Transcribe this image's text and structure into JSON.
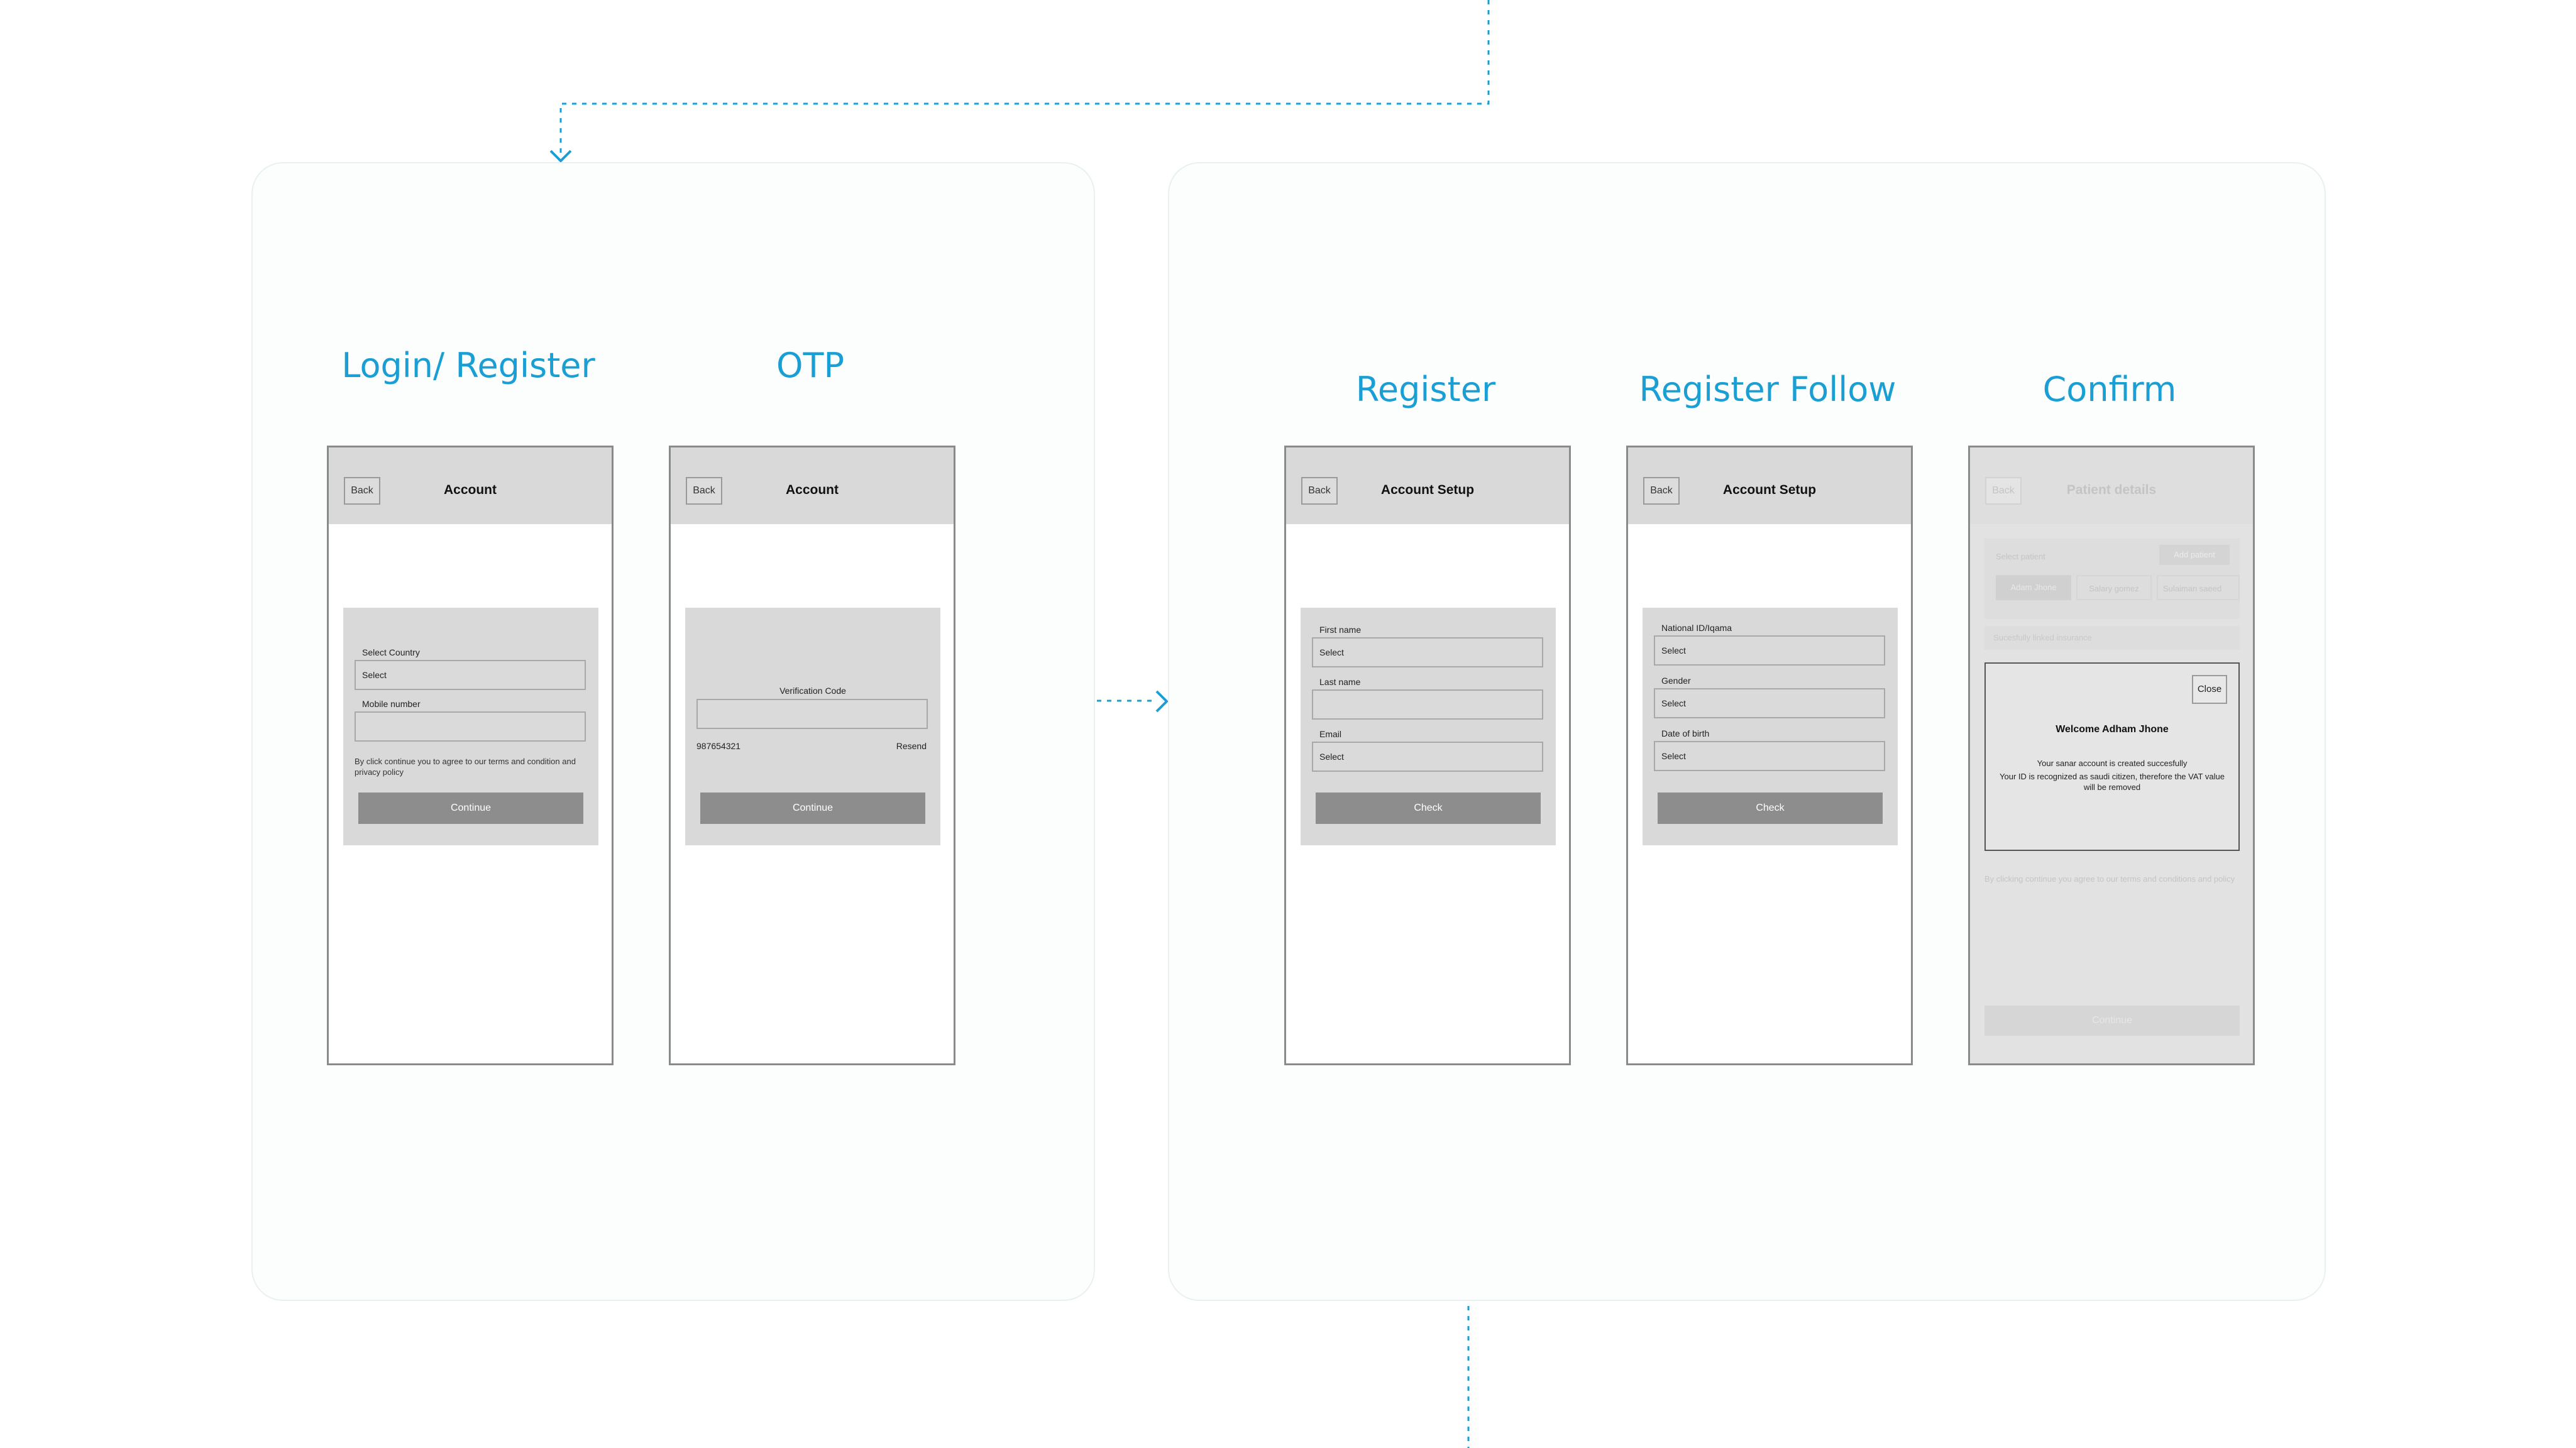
{
  "colors": {
    "accent": "#1a9fd4",
    "panel_border": "#e9f0f3",
    "phone_header": "#d9d9d9",
    "button": "#8d8d8d"
  },
  "screens": {
    "login": {
      "title": "Login/ Register",
      "back": "Back",
      "header": "Account",
      "country_label": "Select Country",
      "country_value": "Select",
      "mobile_label": "Mobile number",
      "terms": "By click continue you to agree to our terms and condition and privacy policy",
      "button": "Continue"
    },
    "otp": {
      "title": "OTP",
      "back": "Back",
      "header": "Account",
      "code_label": "Verification Code",
      "phone_number": "987654321",
      "resend": "Resend",
      "button": "Continue"
    },
    "register": {
      "title": "Register",
      "back": "Back",
      "header": "Account Setup",
      "first_name_label": "First name",
      "first_name_value": "Select",
      "last_name_label": "Last name",
      "email_label": "Email",
      "email_value": "Select",
      "button": "Check"
    },
    "register_follow": {
      "title": "Register Follow",
      "back": "Back",
      "header": "Account Setup",
      "national_id_label": "National ID/Iqama",
      "national_id_value": "Select",
      "gender_label": "Gender",
      "gender_value": "Select",
      "dob_label": "Date of birth",
      "dob_value": "Select",
      "button": "Check"
    },
    "confirm": {
      "title": "Confirm",
      "back": "Back",
      "header": "Patient details",
      "select_patient": "Select patient",
      "add_patient": "Add patient",
      "chips": [
        "Adam Jhone",
        "Salary gomez",
        "Sulaiman saeed"
      ],
      "linked_insurance": "Sucesfully linked insurance",
      "terms": "By clicking continue you agree to our terms and conditions and policy",
      "button": "Continue",
      "modal": {
        "close": "Close",
        "title": "Welcome Adham Jhone",
        "line1": "Your sanar account is created succesfully",
        "line2": "Your ID is recognized as saudi citizen, therefore the VAT value will be removed"
      }
    }
  }
}
